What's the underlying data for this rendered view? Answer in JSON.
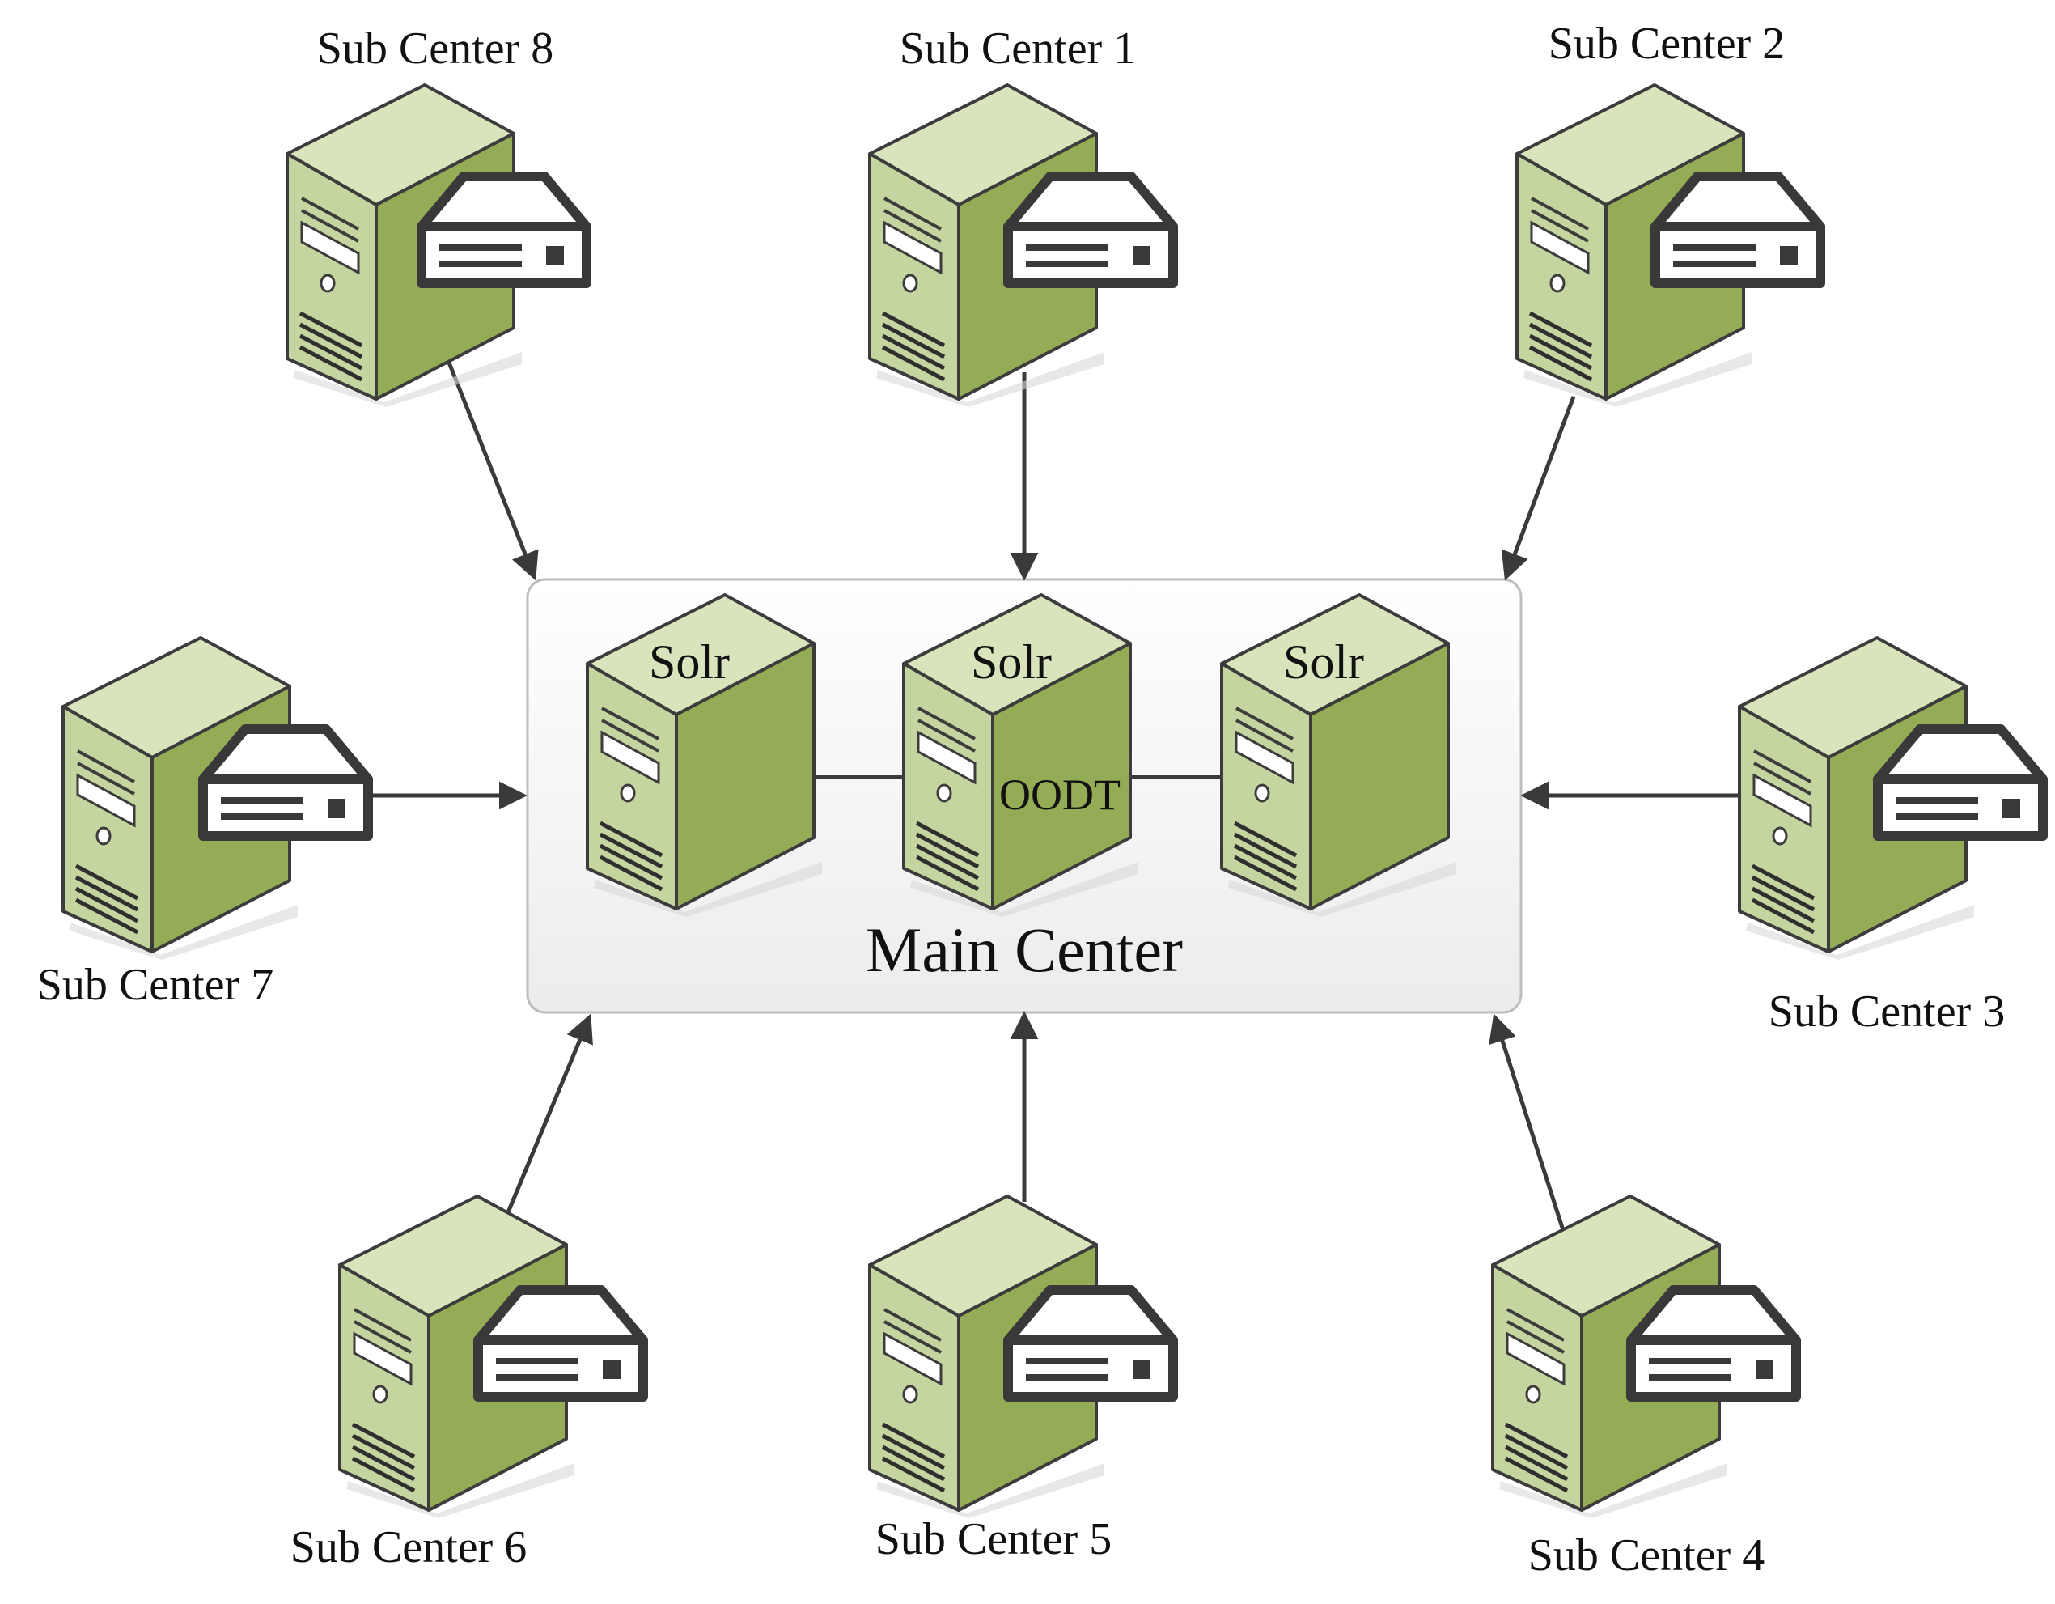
{
  "diagram": {
    "main_center": {
      "label": "Main Center",
      "servers": [
        {
          "label": "Solr",
          "sublabel": ""
        },
        {
          "label": "Solr",
          "sublabel": "OODT"
        },
        {
          "label": "Solr",
          "sublabel": ""
        }
      ]
    },
    "sub_centers": [
      {
        "label": "Sub Center 1"
      },
      {
        "label": "Sub Center 2"
      },
      {
        "label": "Sub Center 3"
      },
      {
        "label": "Sub Center 4"
      },
      {
        "label": "Sub Center 5"
      },
      {
        "label": "Sub Center 6"
      },
      {
        "label": "Sub Center 7"
      },
      {
        "label": "Sub Center 8"
      }
    ],
    "colors": {
      "server_front": "#c6d6a3",
      "server_side": "#92ab53",
      "server_top": "#d7e3bb",
      "server_outline": "#3c3c3c",
      "storage_icon": "#3a3a3a",
      "main_box_fill": "#f2f2f2",
      "main_box_stroke": "#bdbdbd",
      "arrow": "#3a3a3a"
    },
    "icons": {
      "server": "server-tower-icon",
      "storage": "storage-drive-icon"
    }
  }
}
